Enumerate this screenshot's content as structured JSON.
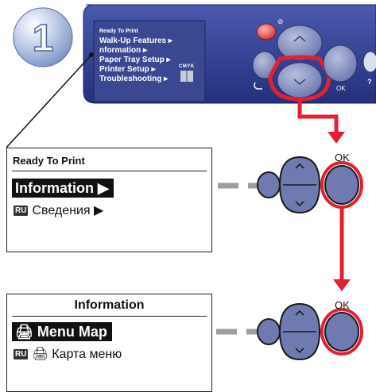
{
  "step": {
    "number": "1"
  },
  "printer_display": {
    "title": "Ready To Print",
    "items": [
      "Walk-Up Features ▸",
      "nformation ▸",
      "Paper Tray Setup ▸",
      "Printer Setup ▸",
      "Troubleshooting ▸"
    ],
    "cmyk": "CMYK",
    "ok_label": "OK",
    "help_label": "?"
  },
  "screen1": {
    "title": "Ready To Print",
    "selected": "Information ▶",
    "ru_badge": "RU",
    "translation": "Сведения ▶",
    "ok_label": "OK"
  },
  "screen2": {
    "title": "Information",
    "selected": "Menu Map",
    "ru_badge": "RU",
    "translation": "Карта меню",
    "ok_label": "OK"
  },
  "colors": {
    "arrow_red": "#e2202f",
    "panel_blue": "#2b3c8f",
    "dash_gray": "#9e9e9e",
    "button_blue": "#6f7ab0"
  },
  "icons": [
    "printer-icon",
    "back-arrow-icon",
    "lightbulb-icon",
    "help-icon"
  ]
}
